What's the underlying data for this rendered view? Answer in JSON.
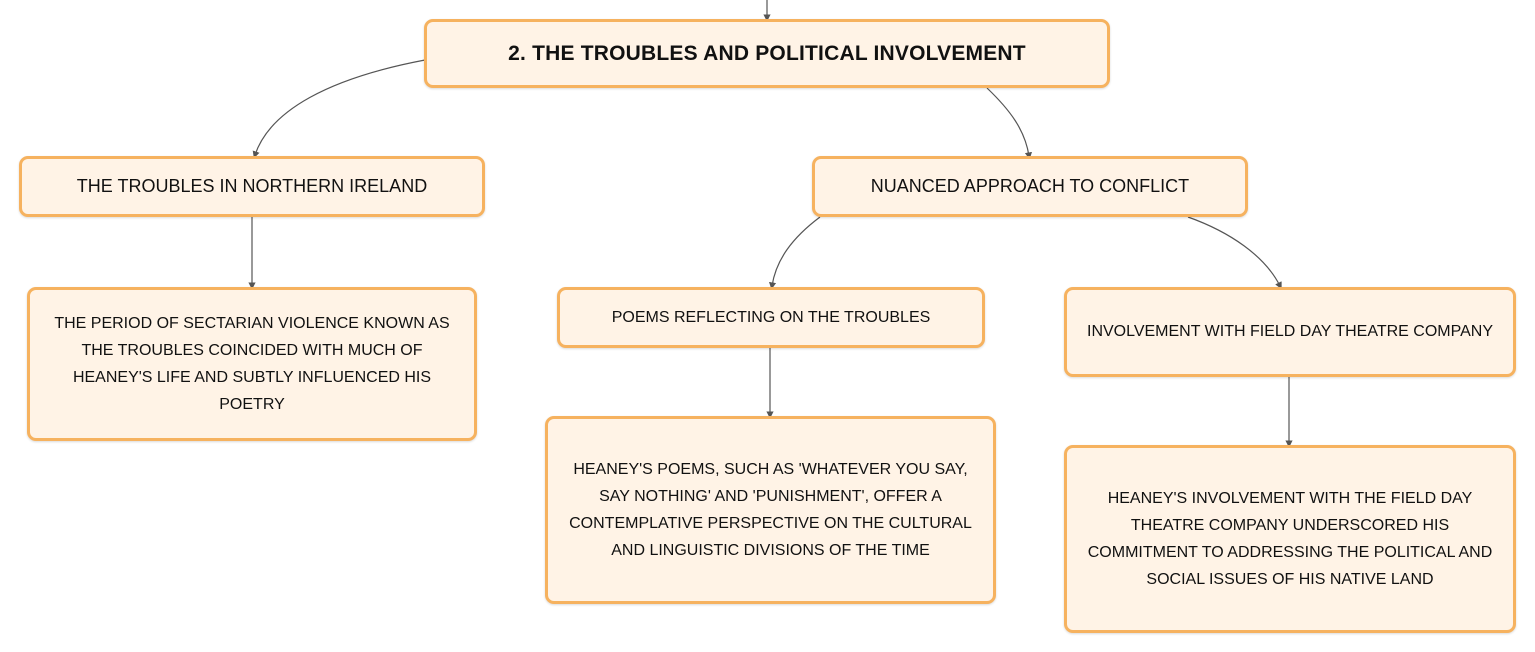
{
  "mindmap": {
    "root": {
      "label": "2. THE TROUBLES AND POLITICAL INVOLVEMENT"
    },
    "branches": [
      {
        "label": "THE TROUBLES IN NORTHERN IRELAND",
        "detail": "THE PERIOD OF SECTARIAN VIOLENCE KNOWN AS THE TROUBLES COINCIDED WITH MUCH OF HEANEY'S LIFE AND SUBTLY INFLUENCED HIS POETRY"
      },
      {
        "label": "NUANCED APPROACH TO CONFLICT",
        "children": [
          {
            "label": "POEMS REFLECTING ON THE TROUBLES",
            "detail": "HEANEY'S POEMS, SUCH AS 'WHATEVER YOU SAY, SAY NOTHING' AND 'PUNISHMENT', OFFER A CONTEMPLATIVE PERSPECTIVE ON THE CULTURAL AND LINGUISTIC DIVISIONS OF THE TIME"
          },
          {
            "label": "INVOLVEMENT WITH FIELD DAY THEATRE COMPANY",
            "detail": "HEANEY'S INVOLVEMENT WITH THE FIELD DAY THEATRE COMPANY UNDERSCORED HIS COMMITMENT TO ADDRESSING THE POLITICAL AND SOCIAL ISSUES OF HIS NATIVE LAND"
          }
        ]
      }
    ],
    "colors": {
      "node_fill": "#fff3e6",
      "node_border": "#f6b25f",
      "connector": "#555555",
      "text": "#111111"
    }
  }
}
